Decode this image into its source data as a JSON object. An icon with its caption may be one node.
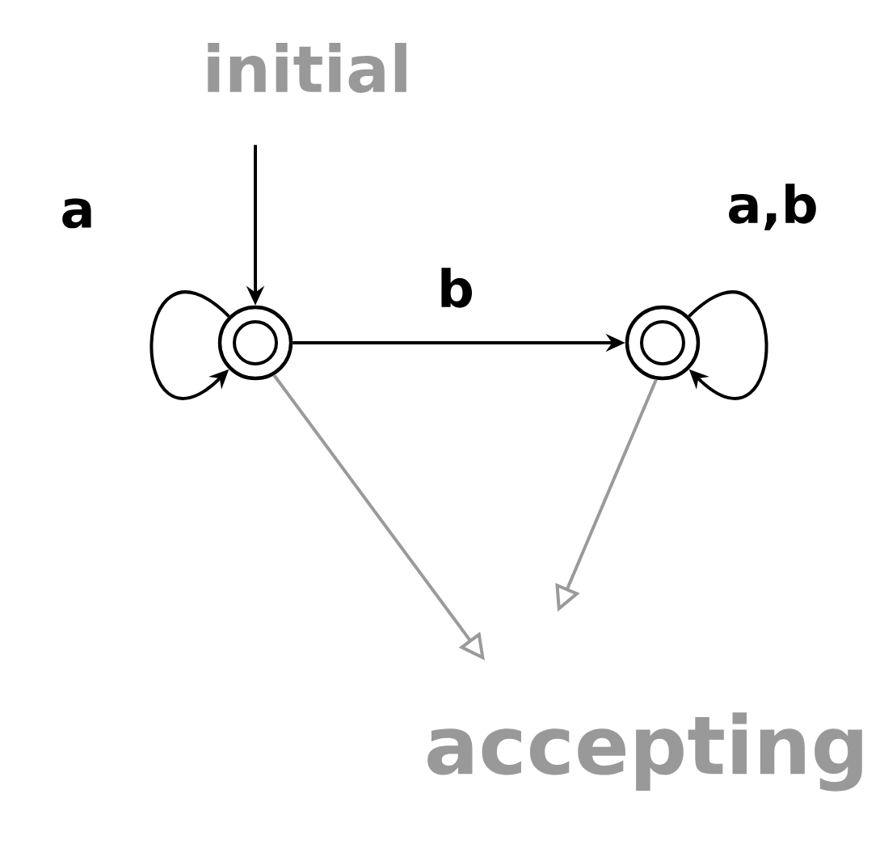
{
  "diagram": {
    "nodes": [
      {
        "text": [],
        "shape": "circle"
      },
      {
        "text": [],
        "shape": "circle"
      },
      {
        "text": [
          "initial"
        ]
      },
      {
        "text": [
          "accepting"
        ]
      }
    ],
    "edges": [
      {
        "from": 0,
        "to": 0,
        "arrow": "to",
        "label": "a"
      },
      {
        "from": 0,
        "to": 1,
        "arrow": "to",
        "label": "b"
      },
      {
        "from": 1,
        "to": 1,
        "arrow": "to",
        "label": "a,b"
      },
      {
        "from": 2,
        "to": 0,
        "arrow": "to"
      },
      {
        "from": 0,
        "to": 3,
        "arrow": "to",
        "color": "#9a9a9a"
      },
      {
        "from": 1,
        "to": 3,
        "arrow": "to",
        "color": "#9a9a9a"
      }
    ]
  }
}
